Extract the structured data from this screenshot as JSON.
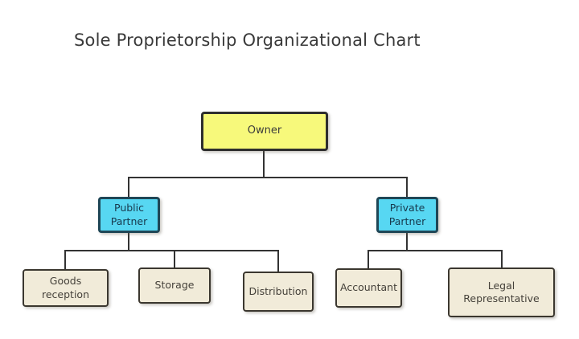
{
  "title": "Sole Proprietorship Organizational Chart",
  "diagram": {
    "type": "org-chart",
    "nodes": {
      "owner": {
        "label": "Owner",
        "level": 1,
        "parent": null
      },
      "public_partner": {
        "label": "Public Partner",
        "level": 2,
        "parent": "owner"
      },
      "private_partner": {
        "label": "Private Partner",
        "level": 2,
        "parent": "owner"
      },
      "goods_reception": {
        "label": "Goods reception",
        "level": 3,
        "parent": "public_partner"
      },
      "storage": {
        "label": "Storage",
        "level": 3,
        "parent": "public_partner"
      },
      "distribution": {
        "label": "Distribution",
        "level": 3,
        "parent": "public_partner"
      },
      "accountant": {
        "label": "Accountant",
        "level": 3,
        "parent": "private_partner"
      },
      "legal_representative": {
        "label": "Legal Representative",
        "level": 3,
        "parent": "private_partner"
      }
    },
    "colors": {
      "background": "#ffffff",
      "owner_fill": "#f7f97b",
      "partner_fill": "#57d7f2",
      "leaf_fill": "#f1ebd9",
      "owner_border": "#2e2e2e",
      "partner_border": "#1f4656",
      "leaf_border": "#3b372f",
      "connector": "#333333",
      "title_text": "#3a3a3a"
    }
  }
}
